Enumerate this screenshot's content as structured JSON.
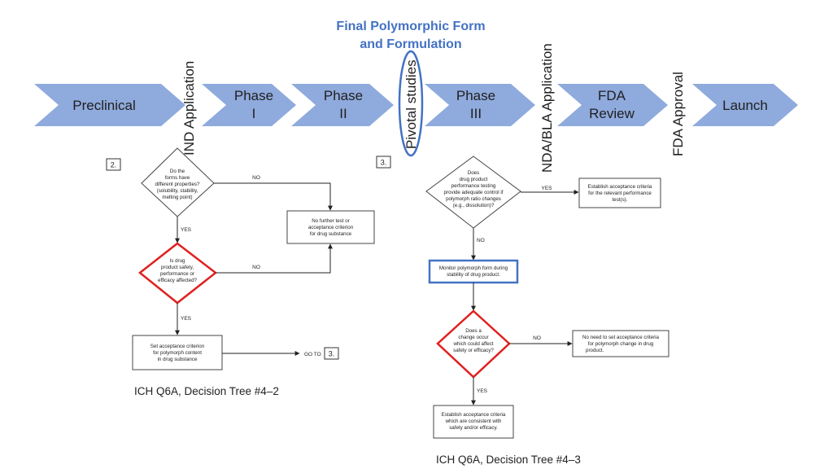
{
  "title": {
    "line1": "Final Polymorphic Form",
    "line2": "and Formulation"
  },
  "phases": [
    {
      "lines": [
        "Preclinical"
      ]
    },
    {
      "lines": [
        "Phase",
        "I"
      ]
    },
    {
      "lines": [
        "Phase",
        "II"
      ]
    },
    {
      "lines": [
        "Phase",
        "III"
      ]
    },
    {
      "lines": [
        "FDA",
        "Review"
      ]
    },
    {
      "lines": [
        "Launch"
      ]
    }
  ],
  "milestones": {
    "ind": "IND Application",
    "pivotal": "Pivotal studies",
    "nda": "NDA/BLA Application",
    "approval": "FDA Approval"
  },
  "tree2": {
    "number": "2.",
    "d1": [
      "Do the",
      "forms have",
      "different properties?",
      "(solubility, stability,",
      "melting point)"
    ],
    "d2": [
      "Is drug",
      "product safety,",
      "performance or",
      "efficacy affected?"
    ],
    "no_test": [
      "No further test or",
      "acceptance criterion",
      "for drug substance"
    ],
    "set_criterion": [
      "Set acceptance criterion",
      "for polymorph content",
      "in drug substance"
    ],
    "no1": "NO",
    "no2": "NO",
    "yes1": "YES",
    "yes2": "YES",
    "goto": "GO TO",
    "goto_num": "3.",
    "caption": "ICH Q6A, Decision Tree #4–2"
  },
  "tree3": {
    "number": "3.",
    "d1": [
      "Does",
      "drug product",
      "performance testing",
      "provide adequate control if",
      "polymorph ratio changes",
      "(e.g., dissolution)?"
    ],
    "establish_perf": [
      "Establish acceptance criteria",
      "for the relevant performance",
      "test(s)."
    ],
    "monitor": [
      "Monitor polymorph form during",
      "stability of drug product."
    ],
    "d2": [
      "Does a",
      "change occur",
      "which could affect",
      "safety or efficacy?"
    ],
    "no_need": [
      "No need to set acceptance criteria",
      "for polymorph change in drug",
      "product."
    ],
    "establish_safety": [
      "Establish acceptance criteria",
      "which are consistent with",
      "safety and/or efficacy."
    ],
    "yes1": "YES",
    "no1": "NO",
    "no2": "NO",
    "yes2": "YES",
    "caption": "ICH Q6A, Decision Tree #4–3"
  },
  "colors": {
    "chevron": "#8faadc",
    "accent_blue": "#4472c4",
    "red_diamond": "#e02020"
  }
}
